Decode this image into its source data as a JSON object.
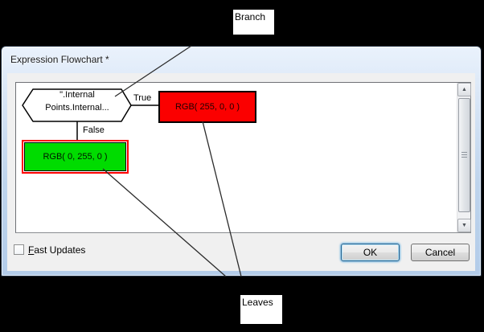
{
  "annotations": {
    "branch_label": "Branch",
    "leaves_label": "Leaves"
  },
  "dialog": {
    "title": "Expression Flowchart *",
    "footer": {
      "fast_updates_accel": "F",
      "fast_updates_rest": "ast Updates",
      "fast_updates_checked": false,
      "ok_label": "OK",
      "cancel_label": "Cancel"
    }
  },
  "flowchart": {
    "branch_node": {
      "line1": "\".Internal",
      "line2": "Points.Internal..."
    },
    "true_label": "True",
    "false_label": "False",
    "true_node": {
      "label": "RGB( 255, 0, 0 )",
      "fill_color": "#fb0000",
      "selected": false
    },
    "false_node": {
      "label": "RGB( 0, 255, 0 )",
      "fill_color": "#00dc00",
      "selected": true,
      "selection_color": "#ff0000"
    }
  },
  "scrollbar": {
    "up_glyph": "▲",
    "down_glyph": "▼"
  }
}
